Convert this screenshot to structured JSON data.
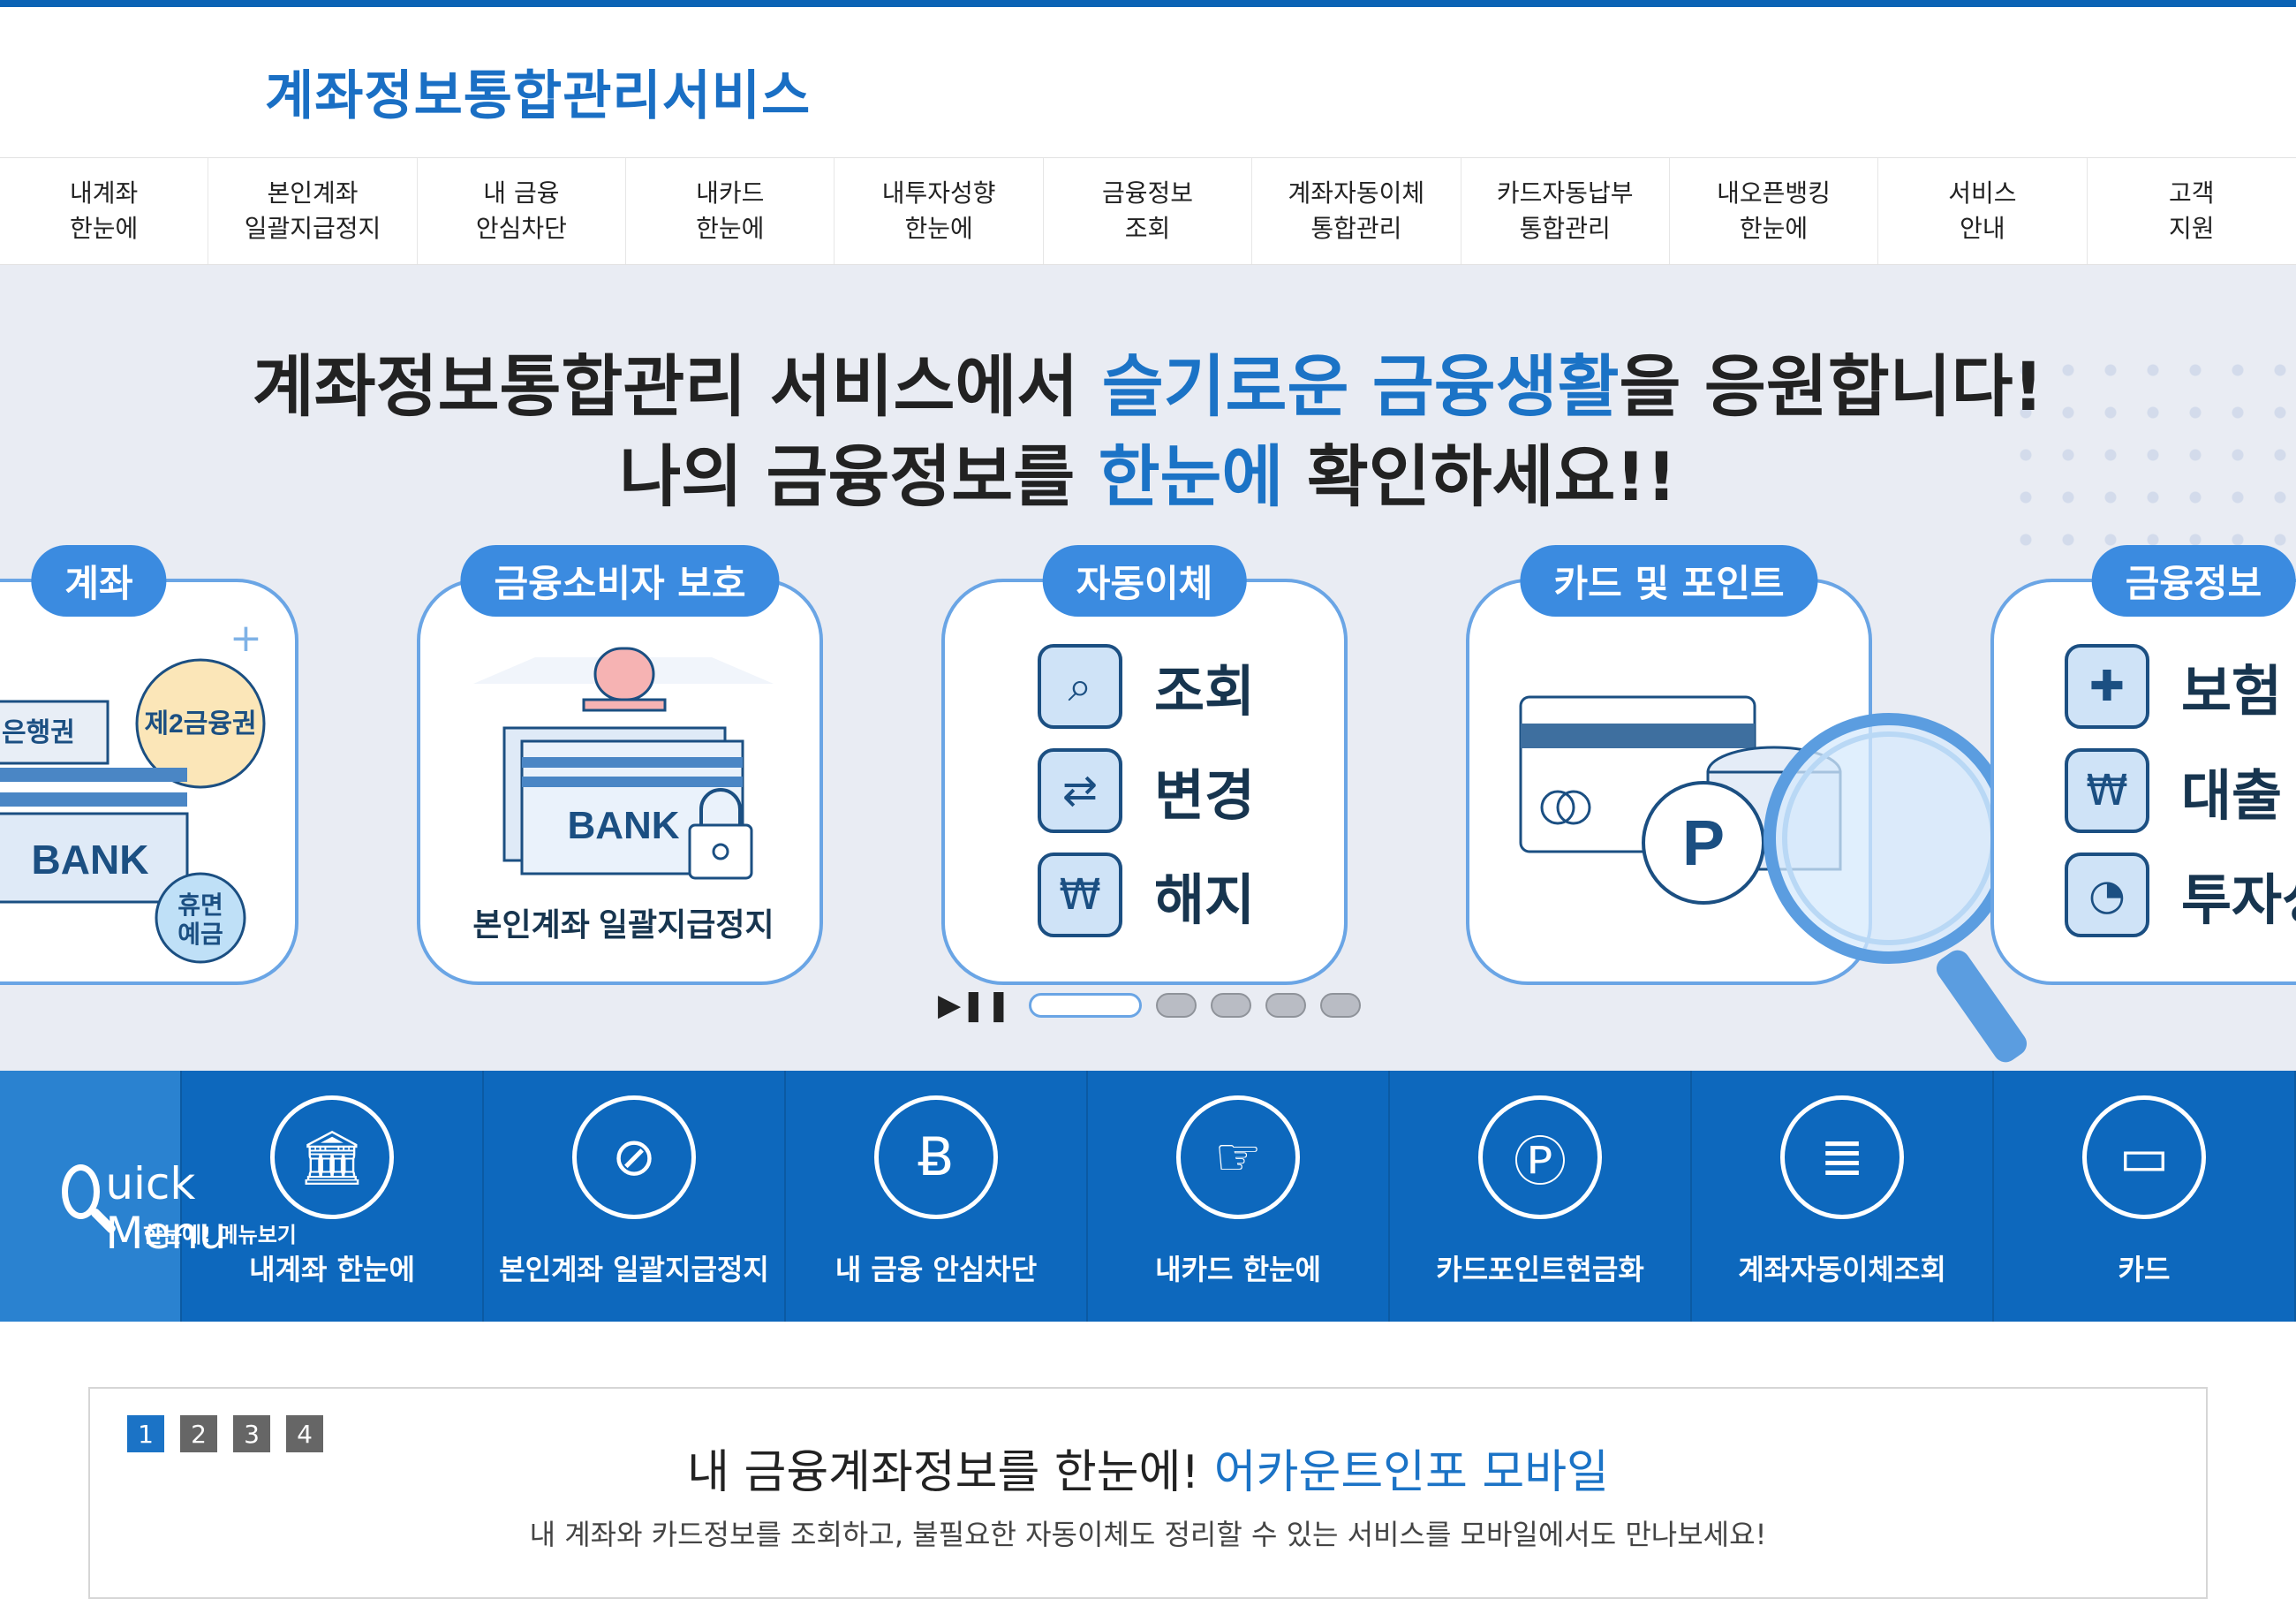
{
  "header": {
    "logo": "계좌정보통합관리서비스"
  },
  "nav": [
    {
      "l1": "내계좌",
      "l2": "한눈에"
    },
    {
      "l1": "본인계좌",
      "l2": "일괄지급정지"
    },
    {
      "l1": "내 금융",
      "l2": "안심차단"
    },
    {
      "l1": "내카드",
      "l2": "한눈에"
    },
    {
      "l1": "내투자성향",
      "l2": "한눈에"
    },
    {
      "l1": "금융정보",
      "l2": "조회"
    },
    {
      "l1": "계좌자동이체",
      "l2": "통합관리"
    },
    {
      "l1": "카드자동납부",
      "l2": "통합관리"
    },
    {
      "l1": "내오픈뱅킹",
      "l2": "한눈에"
    },
    {
      "l1": "서비스",
      "l2": "안내"
    },
    {
      "l1": "고객",
      "l2": "지원"
    }
  ],
  "hero": {
    "line1_pre": "계좌정보통합관리 서비스에서 ",
    "line1_hl": "슬기로운 금융생활",
    "line1_post": "을 응원합니다!",
    "line2_pre": "나의 금융정보를 ",
    "line2_hl": "한눈에",
    "line2_post": " 확인하세요!!",
    "cards": [
      {
        "tag": "계좌",
        "labels": [
          "은행권",
          "제2금융권",
          "BANK",
          "휴면",
          "예금"
        ]
      },
      {
        "tag": "금융소비자 보호",
        "bank": "BANK",
        "caption": "본인계좌 일괄지급정지"
      },
      {
        "tag": "자동이체",
        "rows": [
          "조회",
          "변경",
          "해지"
        ]
      },
      {
        "tag": "카드 및 포인트",
        "point": "P"
      },
      {
        "tag": "금융정보",
        "rows": [
          "보험",
          "대출",
          "투자성"
        ]
      }
    ],
    "slider": {
      "total": 5,
      "current": 1
    }
  },
  "quick_menu": {
    "title": "uick Menu",
    "subtitle": "한눈에! 메뉴보기",
    "items": [
      {
        "label": "내계좌 한눈에",
        "icon": "bank-icon"
      },
      {
        "label": "본인계좌 일괄지급정지",
        "icon": "card-block-icon"
      },
      {
        "label": "내 금융 안심차단",
        "icon": "lock-coin-icon"
      },
      {
        "label": "내카드 한눈에",
        "icon": "card-hand-icon"
      },
      {
        "label": "카드포인트현금화",
        "icon": "card-point-icon"
      },
      {
        "label": "계좌자동이체조회",
        "icon": "transfer-icon"
      },
      {
        "label": "카드",
        "icon": "card-icon"
      }
    ]
  },
  "notice": {
    "pages": [
      "1",
      "2",
      "3",
      "4"
    ],
    "title_pre": "내 금융계좌정보를 한눈에! ",
    "title_hl": "어카운트인포 모바일",
    "desc": "내 계좌와 카드정보를 조회하고, 불필요한 자동이체도 정리할 수 있는 서비스를 모바일에서도 만나보세요!"
  },
  "colors": {
    "brand": "#1b73c6",
    "quick_bg": "#0d68bd",
    "hero_bg": "#e9ecf3"
  }
}
